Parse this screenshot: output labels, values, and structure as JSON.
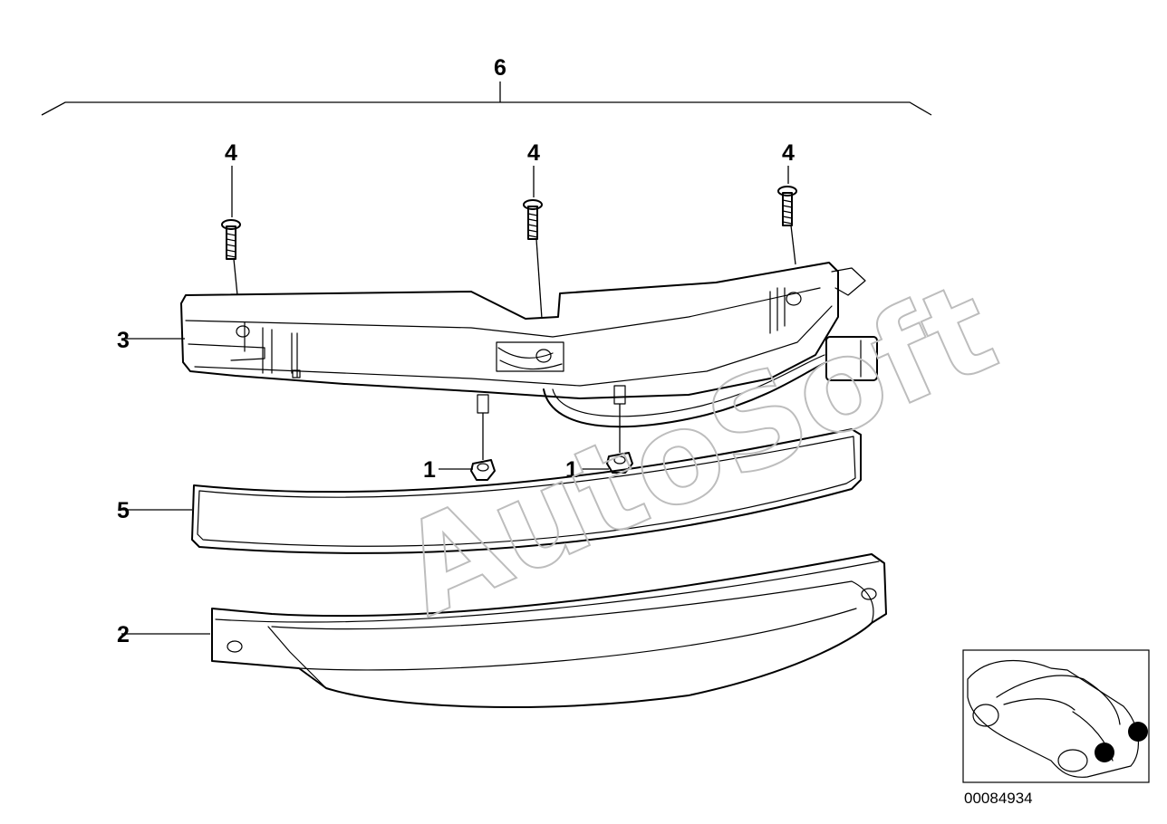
{
  "diagram": {
    "callouts": {
      "part_6": "6",
      "part_4_left": "4",
      "part_4_middle": "4",
      "part_4_right": "4",
      "part_3": "3",
      "part_1_left": "1",
      "part_1_right": "1",
      "part_5": "5",
      "part_2": "2"
    },
    "watermark": "AutoSoft",
    "catalog_number": "00084934"
  },
  "colors": {
    "line": "#000000",
    "watermark": "#bdbdbd",
    "background": "#ffffff"
  }
}
